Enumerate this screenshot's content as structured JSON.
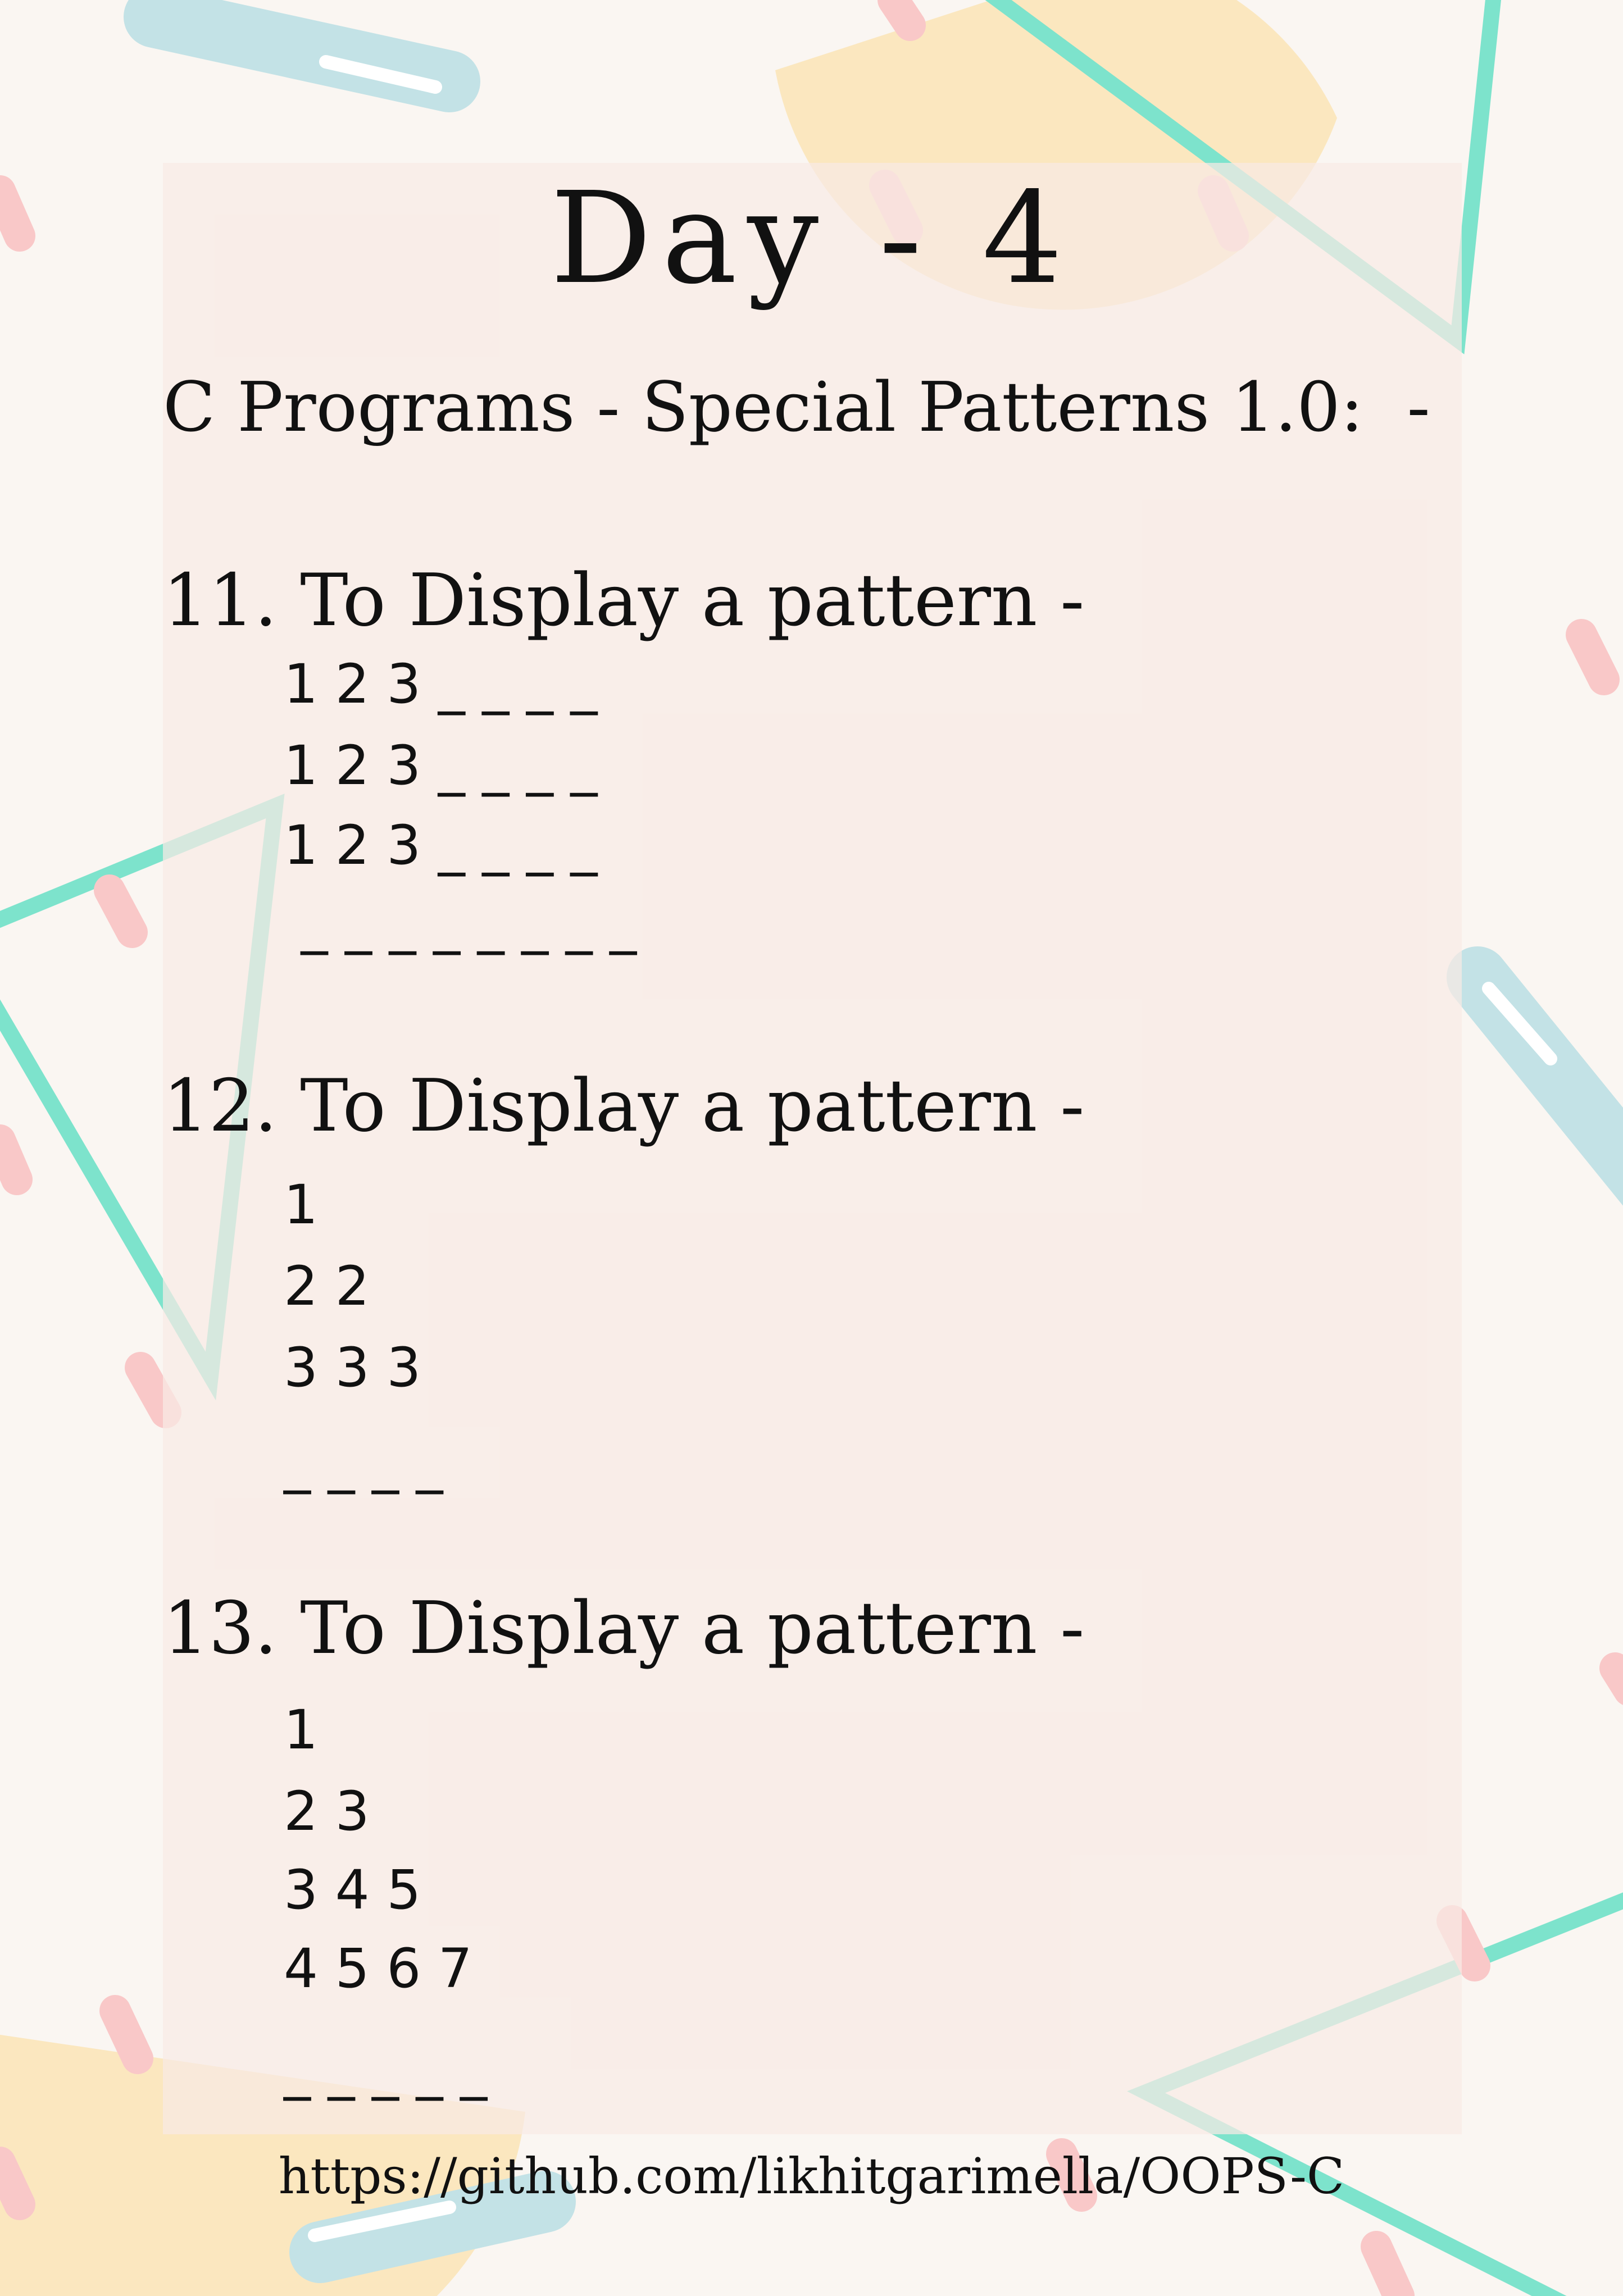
{
  "title": "Day - 4",
  "subtitle": "C Programs - Special Patterns 1.0:  -",
  "sections": [
    {
      "number": "11.",
      "heading": "To Display a pattern -",
      "lines": [
        "1 2 3 _ _ _ _",
        "1 2 3 _ _ _ _",
        "1 2 3 _ _ _ _",
        " _ _ _ _ _ _ _ _"
      ]
    },
    {
      "number": "12.",
      "heading": "To Display a pattern -",
      "lines": [
        "1",
        "2 2",
        "3 3 3",
        "_ _ _ _"
      ]
    },
    {
      "number": "13.",
      "heading": "To Display a pattern -",
      "lines": [
        "1",
        "2 3",
        "3 4 5",
        "4 5 6 7",
        "_ _ _ _ _"
      ]
    }
  ],
  "footer_link": "https://github.com/likhitgarimella/OOPS-C",
  "colors": {
    "background": "#faf6f2",
    "panel": "#f8eae4",
    "teal": "#7de3cc",
    "pink": "#f9c8c8",
    "blue": "#c3e2e6",
    "yellow": "#fbe7bf"
  }
}
